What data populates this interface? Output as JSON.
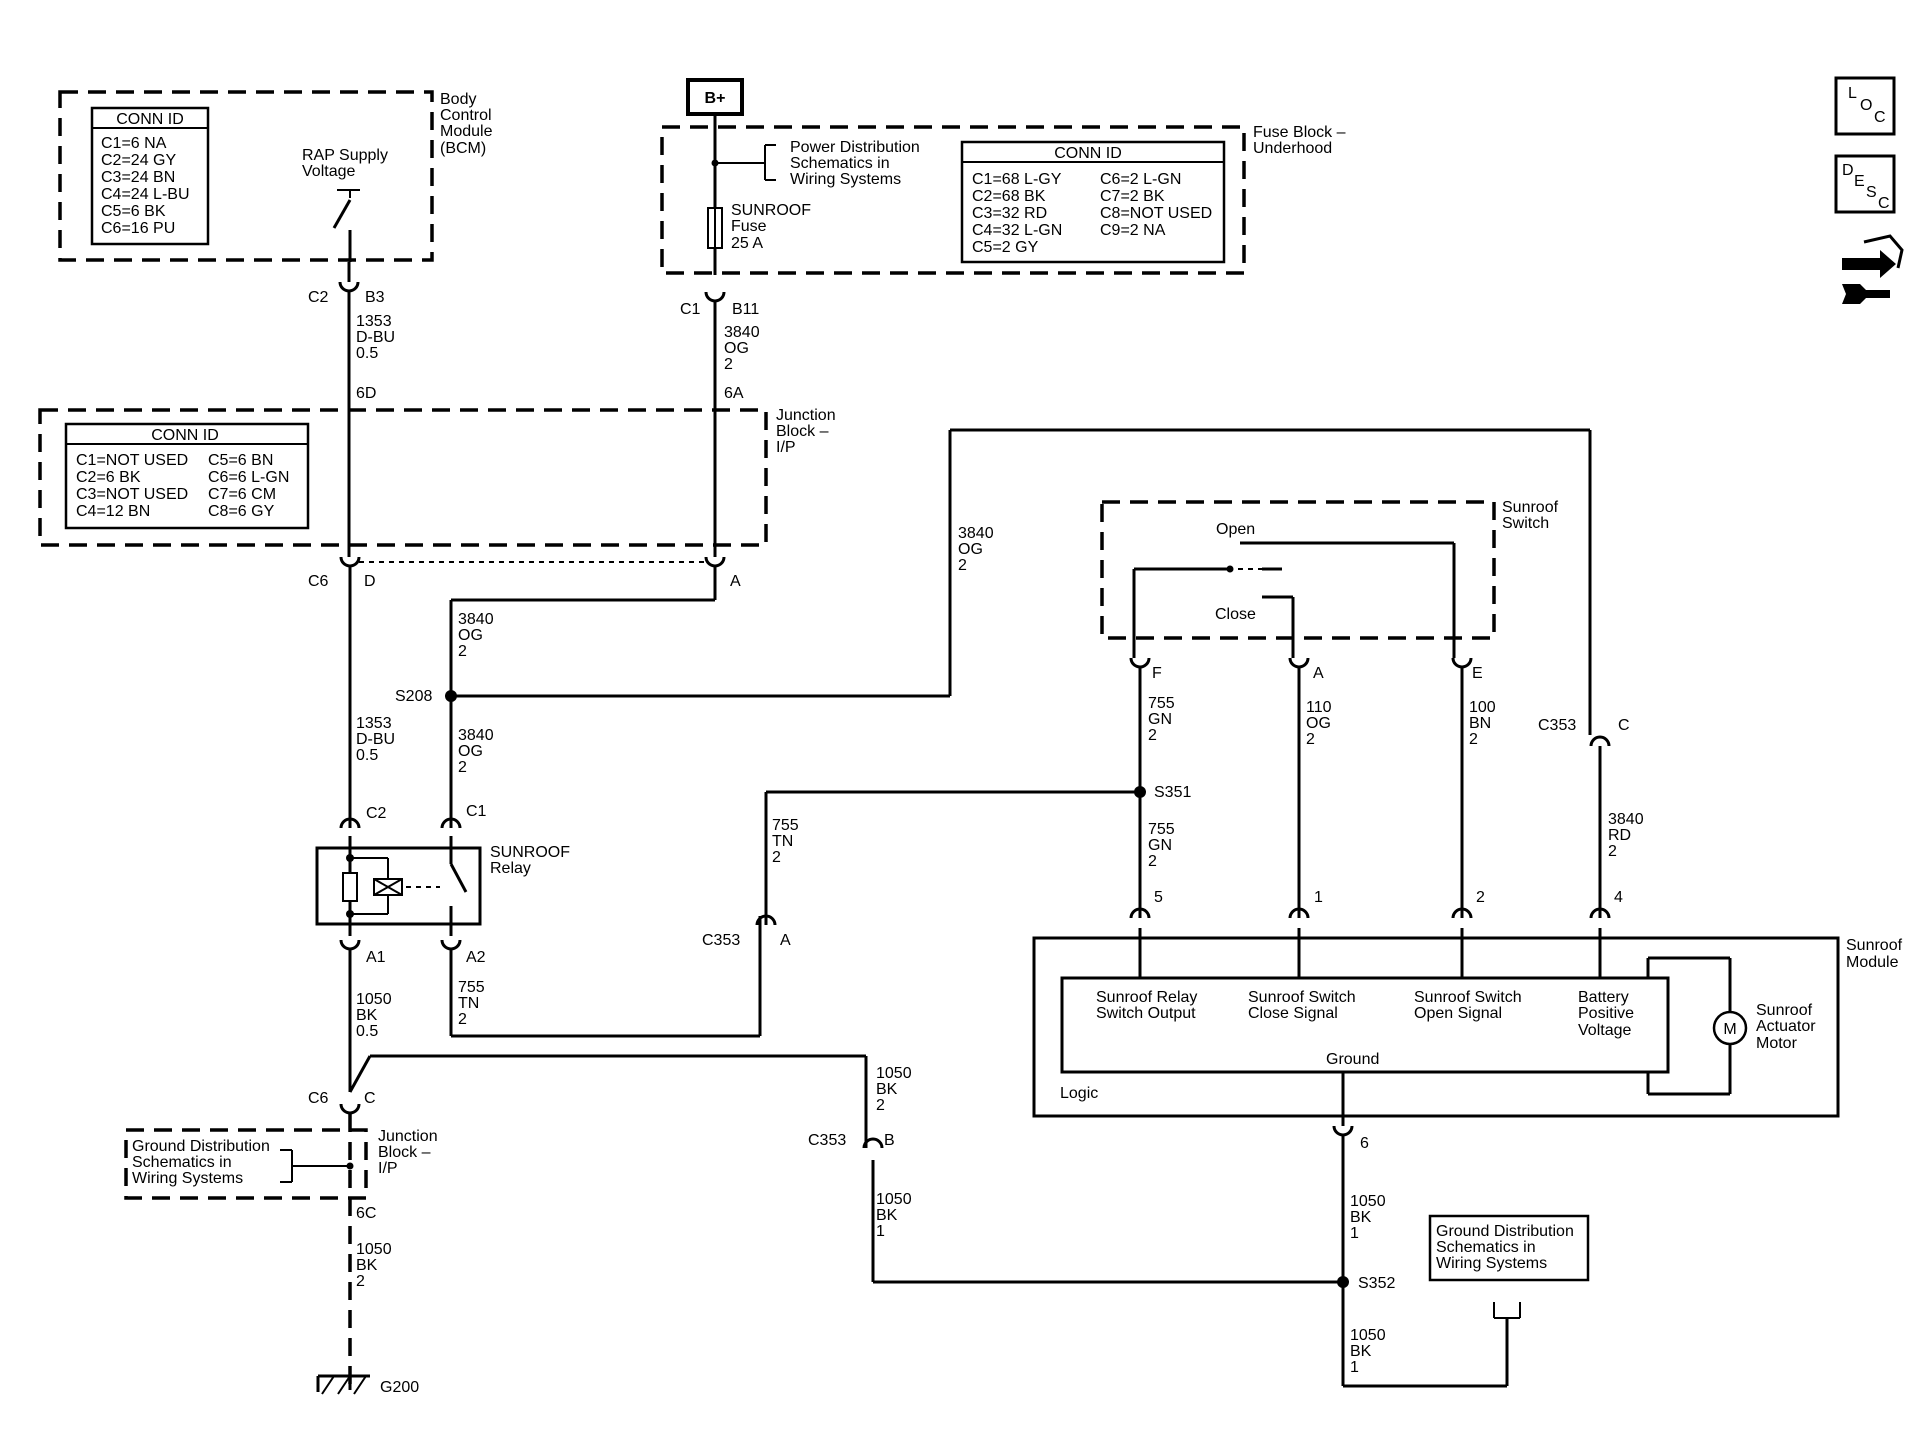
{
  "bcm": {
    "title_lines": [
      "Body",
      "Control",
      "Module",
      "(BCM)"
    ],
    "conn_header": "CONN ID",
    "conn_items": [
      "C1=6 NA",
      "C2=24 GY",
      "C3=24 BN",
      "C4=24 L-BU",
      "C5=6 BK",
      "C6=16 PU"
    ],
    "rap_lines": [
      "RAP Supply",
      "Voltage"
    ],
    "pin_conn": "C2",
    "pin": "B3"
  },
  "bplus": "B+",
  "fuse_block": {
    "title_lines": [
      "Fuse Block –",
      "Underhood"
    ],
    "pds_lines": [
      "Power Distribution",
      "Schematics in",
      "Wiring Systems"
    ],
    "fuse_lines": [
      "SUNROOF",
      "Fuse",
      "25 A"
    ],
    "conn_header": "CONN ID",
    "conn_left": [
      "C1=68 L-GY",
      "C2=68 BK",
      "C3=32 RD",
      "C4=32 L-GN",
      "C5=2 GY"
    ],
    "conn_right": [
      "C6=2 L-GN",
      "C7=2 BK",
      "C8=NOT USED",
      "C9=2 NA"
    ],
    "pin_conn": "C1",
    "pin": "B11"
  },
  "junction_block_ip": {
    "title_lines": [
      "Junction",
      "Block –",
      "I/P"
    ],
    "conn_header": "CONN ID",
    "conn_left": [
      "C1=NOT USED",
      "C2=6 BK",
      "C3=NOT USED",
      "C4=12 BN"
    ],
    "conn_right": [
      "C5=6 BN",
      "C6=6 L-GN",
      "C7=6 CM",
      "C8=6 GY"
    ],
    "pin_6d": "6D",
    "pin_6a": "6A",
    "pin_c6": "C6",
    "pin_d": "D",
    "pin_a": "A"
  },
  "wires": {
    "w1353_top": [
      "1353",
      "D-BU",
      "0.5"
    ],
    "w3840_top": [
      "3840",
      "OG",
      "2"
    ],
    "w3840_s208a": [
      "3840",
      "OG",
      "2"
    ],
    "w3840_long": [
      "3840",
      "OG",
      "2"
    ],
    "w1353_mid": [
      "1353",
      "D-BU",
      "0.5"
    ],
    "w3840_relay": [
      "3840",
      "OG",
      "2"
    ],
    "w755_tn": [
      "755",
      "TN",
      "2"
    ],
    "w1050_a1": [
      "1050",
      "BK",
      "0.5"
    ],
    "w755_tn_a2": [
      "755",
      "TN",
      "2"
    ],
    "w1050_c": [
      "1050",
      "BK",
      "2"
    ],
    "w1050_bot": [
      "1050",
      "BK",
      "2"
    ],
    "w1050_c353b": [
      "1050",
      "BK",
      "1"
    ],
    "w755_gn_f": [
      "755",
      "GN",
      "2"
    ],
    "w110_og": [
      "110",
      "OG",
      "2"
    ],
    "w100_bn": [
      "100",
      "BN",
      "2"
    ],
    "w755_gn_5": [
      "755",
      "GN",
      "2"
    ],
    "w3840_rd": [
      "3840",
      "RD",
      "2"
    ],
    "w1050_6": [
      "1050",
      "BK",
      "1"
    ],
    "w1050_s352": [
      "1050",
      "BK",
      "1"
    ]
  },
  "splices": {
    "s208": "S208",
    "s351": "S351",
    "s352": "S352"
  },
  "relay": {
    "title_lines": [
      "SUNROOF",
      "Relay"
    ],
    "c2": "C2",
    "c1": "C1",
    "a1": "A1",
    "a2": "A2"
  },
  "c353": {
    "label": "C353",
    "a": "A",
    "b": "B",
    "c": "C"
  },
  "jb_bottom": {
    "title_lines": [
      "Junction",
      "Block –",
      "I/P"
    ],
    "c6": "C6",
    "c": "C",
    "pin_6c": "6C",
    "gd_lines": [
      "Ground Distribution",
      "Schematics in",
      "Wiring Systems"
    ]
  },
  "ground": "G200",
  "sunroof_switch": {
    "title_lines": [
      "Sunroof",
      "Switch"
    ],
    "open": "Open",
    "close": "Close",
    "f": "F",
    "a": "A",
    "e": "E"
  },
  "sunroof_module": {
    "title_lines": [
      "Sunroof",
      "Module"
    ],
    "pins": [
      "5",
      "1",
      "2",
      "4"
    ],
    "pin_6": "6",
    "relay_out": [
      "Sunroof Relay",
      "Switch Output"
    ],
    "close_sig": [
      "Sunroof Switch",
      "Close Signal"
    ],
    "open_sig": [
      "Sunroof Switch",
      "Open Signal"
    ],
    "batt": [
      "Battery",
      "Positive",
      "Voltage"
    ],
    "ground": "Ground",
    "logic": "Logic",
    "motor": "M",
    "motor_lines": [
      "Sunroof",
      "Actuator",
      "Motor"
    ]
  },
  "gd_right_lines": [
    "Ground Distribution",
    "Schematics in",
    "Wiring Systems"
  ],
  "icons": {
    "loc": [
      "L",
      "O",
      "C"
    ],
    "desc": [
      "D",
      "E",
      "S",
      "C"
    ]
  }
}
